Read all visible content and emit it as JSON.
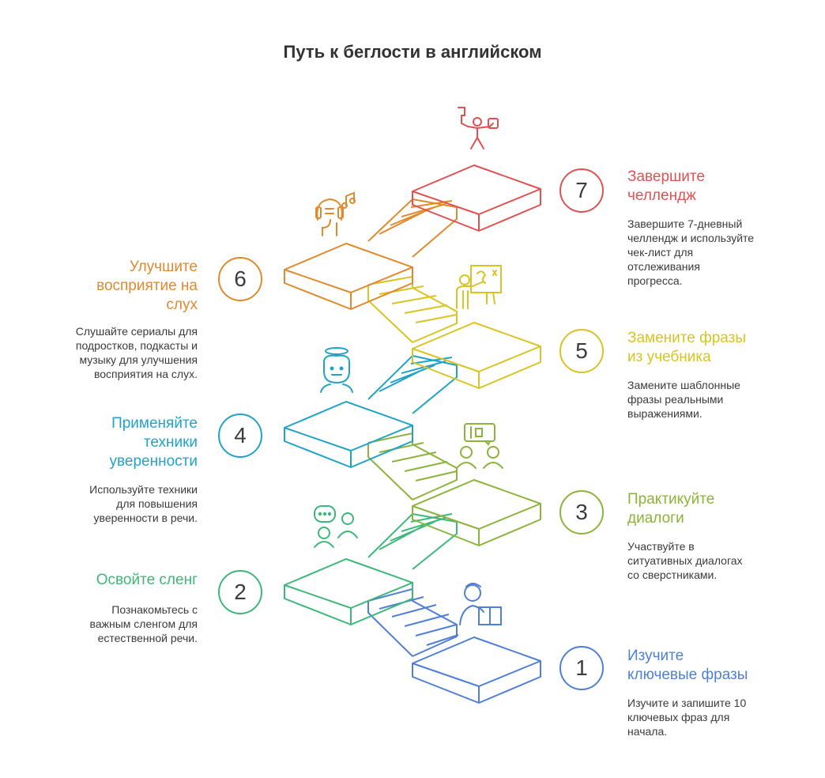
{
  "title": "Путь к беглости в английском",
  "steps": [
    {
      "number": "1",
      "title_line1": "Изучите",
      "title_line2": "ключевые фразы",
      "desc_lines": [
        "Изучите и запишите 10",
        "ключевых фраз для",
        "начала."
      ],
      "color": "#4f7fd6"
    },
    {
      "number": "2",
      "title_line1": "Освойте сленг",
      "desc_lines": [
        "Познакомьтесь с",
        "важным сленгом для",
        "естественной речи."
      ],
      "color": "#3db87a"
    },
    {
      "number": "3",
      "title_line1": "Практикуйте",
      "title_line2": "диалоги",
      "desc_lines": [
        "Участвуйте в",
        "ситуативных диалогах",
        "со сверстниками."
      ],
      "color": "#8cb33a"
    },
    {
      "number": "4",
      "title_line1": "Применяйте",
      "title_line2": "техники",
      "title_line3": "уверенности",
      "desc_lines": [
        "Используйте техники",
        "для повышения",
        "уверенности в речи."
      ],
      "color": "#21a3c7"
    },
    {
      "number": "5",
      "title_line1": "Замените фразы",
      "title_line2": "из учебника",
      "desc_lines": [
        "Замените шаблонные",
        "фразы реальными",
        "выражениями."
      ],
      "color": "#d9c421"
    },
    {
      "number": "6",
      "title_line1": "Улучшите",
      "title_line2": "восприятие на",
      "title_line3": "слух",
      "desc_lines": [
        "Слушайте сериалы для",
        "подростков, подкасты и",
        "музыку для улучшения",
        "восприятия на слух."
      ],
      "color": "#e08a2e"
    },
    {
      "number": "7",
      "title_line1": "Завершите",
      "title_line2": "челлендж",
      "desc_lines": [
        "Завершите 7-дневный",
        "челлендж и используйте",
        "чек-лист для",
        "отслеживания",
        "прогресса."
      ],
      "color": "#e05252"
    }
  ],
  "icons": [
    "reading-person-icon",
    "chatting-people-icon",
    "dialogue-people-icon",
    "confident-person-icon",
    "teacher-board-icon",
    "headphones-music-icon",
    "celebrating-person-icon"
  ]
}
